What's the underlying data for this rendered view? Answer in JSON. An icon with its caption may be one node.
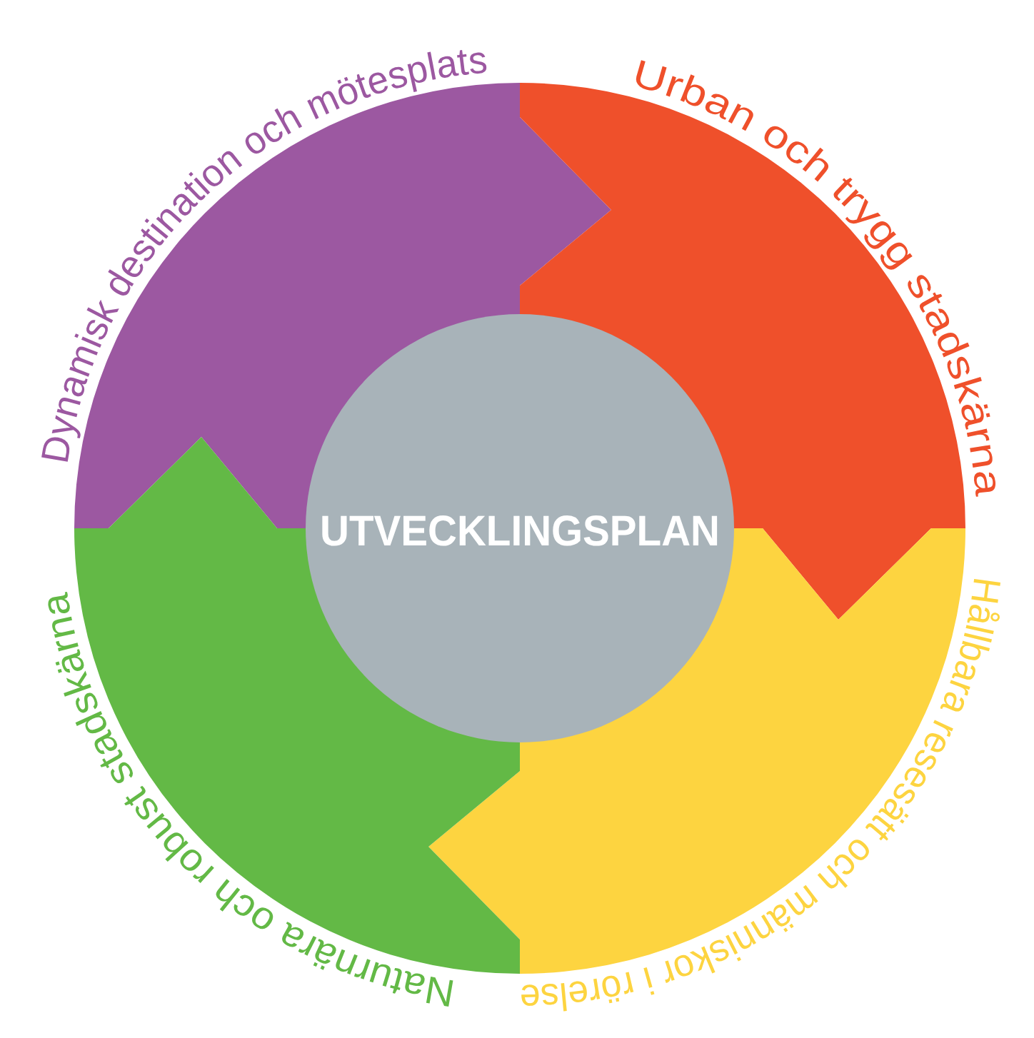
{
  "diagram": {
    "nodes": [
      {
        "text": [
          "Dynamisk destination och mötesplats"
        ]
      },
      {
        "text": [
          "Urban och trygg stadskärna"
        ]
      },
      {
        "text": [
          "Hållbara resesätt och människor i rörelse"
        ]
      },
      {
        "text": [
          "Naturnära och robust stadskärna"
        ]
      },
      {
        "text": [
          "UTVECKLINGSPLAN"
        ]
      }
    ]
  }
}
